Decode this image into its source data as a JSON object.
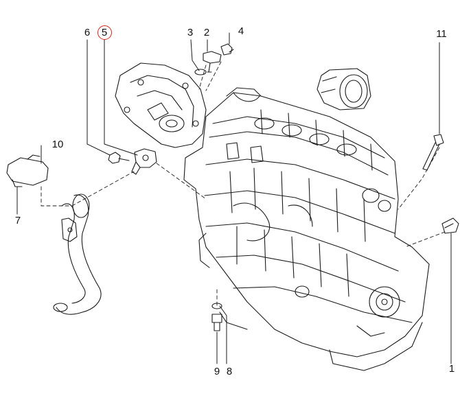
{
  "callouts": [
    {
      "id": "1",
      "label": "1"
    },
    {
      "id": "2",
      "label": "2"
    },
    {
      "id": "3",
      "label": "3"
    },
    {
      "id": "4",
      "label": "4"
    },
    {
      "id": "5",
      "label": "5",
      "highlighted": true
    },
    {
      "id": "6",
      "label": "6"
    },
    {
      "id": "7",
      "label": "7"
    },
    {
      "id": "8",
      "label": "8"
    },
    {
      "id": "9",
      "label": "9"
    },
    {
      "id": "10",
      "label": "10"
    },
    {
      "id": "11",
      "label": "11"
    }
  ],
  "colors": {
    "line": "#1a1a1a",
    "highlight_ring": "#d9261c",
    "background": "#ffffff"
  }
}
